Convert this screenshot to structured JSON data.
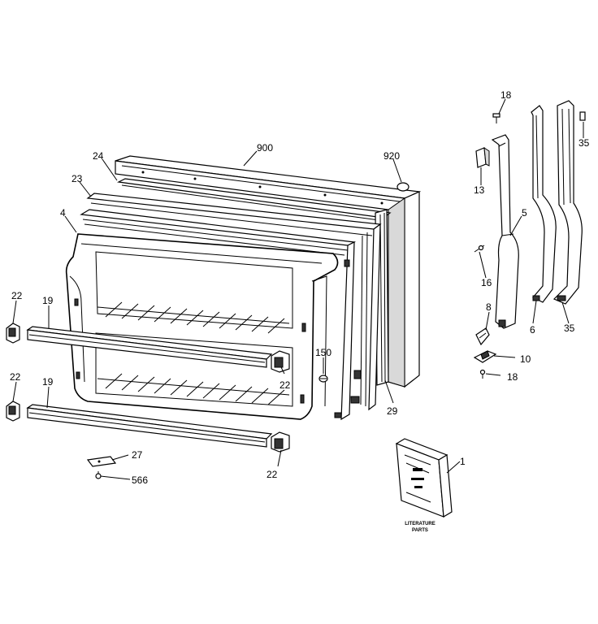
{
  "callouts": {
    "c900": "900",
    "c920": "920",
    "c24": "24",
    "c23": "23",
    "c4": "4",
    "c22a": "22",
    "c19a": "19",
    "c22b": "22",
    "c19b": "19",
    "c22c": "22",
    "c22d": "22",
    "c150": "150",
    "c29": "29",
    "c27": "27",
    "c566": "566",
    "c1": "1",
    "c18a": "18",
    "c13": "13",
    "c5": "5",
    "c16": "16",
    "c8": "8",
    "c10": "10",
    "c18b": "18",
    "c6": "6",
    "c35a": "35",
    "c35b": "35"
  },
  "literature": {
    "line1": "LITERATURE",
    "line2": "PARTS"
  }
}
